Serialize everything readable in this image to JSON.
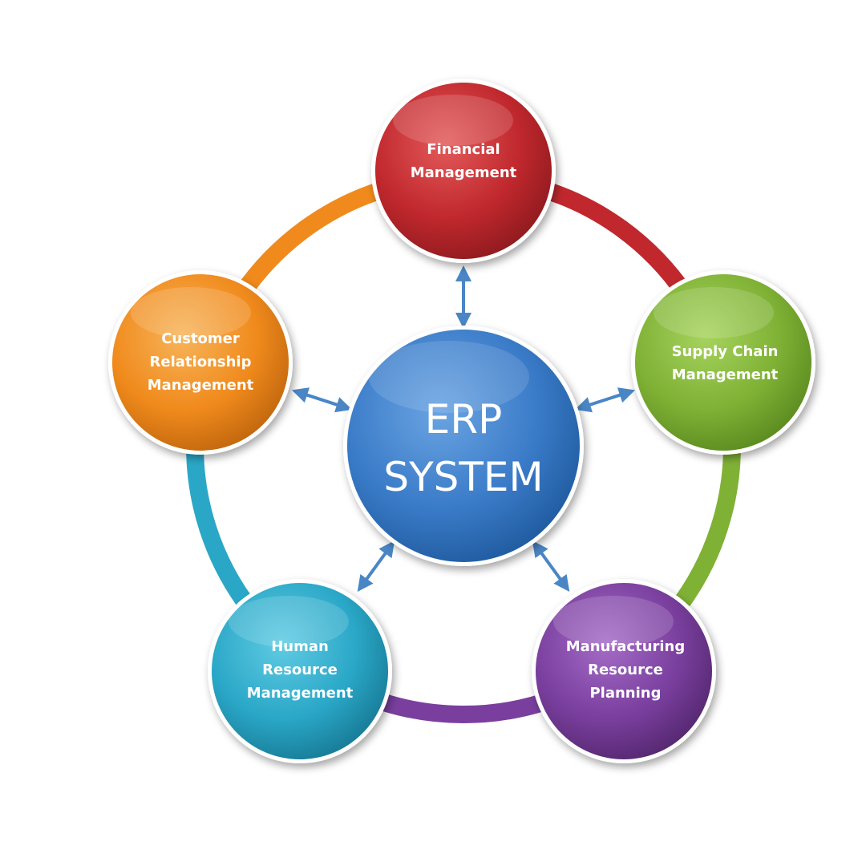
{
  "center": {
    "name": "erp-system",
    "lines": [
      "ERP",
      "SYSTEM"
    ],
    "color": "#3a7bc8"
  },
  "nodes": [
    {
      "name": "financial-management",
      "lines": [
        "Financial",
        "Management"
      ],
      "color": "#c0282d"
    },
    {
      "name": "supply-chain-management",
      "lines": [
        "Supply Chain",
        "Management"
      ],
      "color": "#7fb135"
    },
    {
      "name": "manufacturing-resource-planning",
      "lines": [
        "Manufacturing",
        "Resource",
        "Planning"
      ],
      "color": "#7a3f9e"
    },
    {
      "name": "human-resource-management",
      "lines": [
        "Human",
        "Resource",
        "Management"
      ],
      "color": "#2aa7c7"
    },
    {
      "name": "customer-relationship-management",
      "lines": [
        "Customer",
        "Relationship",
        "Management"
      ],
      "color": "#f08a1c"
    }
  ],
  "ring_colors": [
    "#c0282d",
    "#7fb135",
    "#7a3f9e",
    "#2aa7c7",
    "#f08a1c"
  ],
  "arrow_color": "#4a86c5"
}
